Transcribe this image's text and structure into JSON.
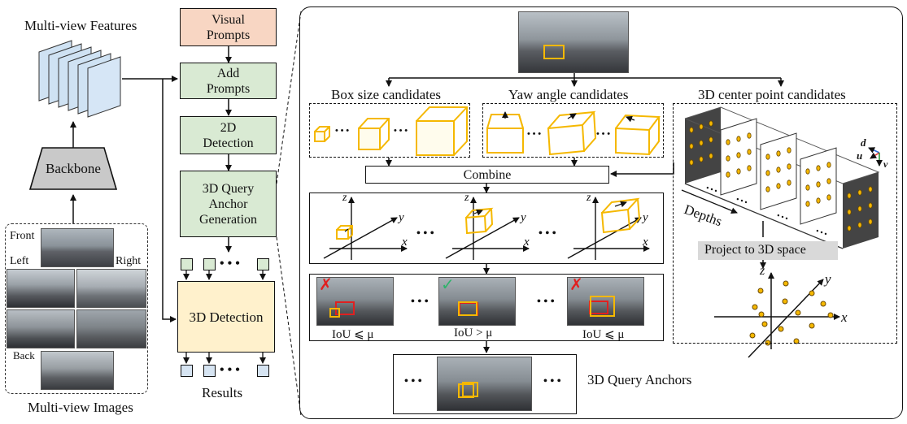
{
  "left": {
    "features_label": "Multi-view Features",
    "backbone_label": "Backbone",
    "images_label": "Multi-view Images",
    "cams": {
      "front": "Front",
      "left": "Left",
      "right": "Right",
      "back": "Back"
    }
  },
  "pipeline": {
    "visual_prompts": [
      "Visual",
      "Prompts"
    ],
    "add_prompts": [
      "Add",
      "Prompts"
    ],
    "detection_2d": [
      "2D",
      "Detection"
    ],
    "anchor_gen": [
      "3D Query",
      "Anchor",
      "Generation"
    ],
    "detection_3d": "3D Detection",
    "results": "Results",
    "dots": "• • •"
  },
  "detail": {
    "box_size": "Box size candidates",
    "yaw_angle": "Yaw angle candidates",
    "center_point": "3D center point candidates",
    "combine": "Combine",
    "depths": "Depths",
    "project": "Project to 3D space",
    "iou_low": "IoU ⩽ μ",
    "iou_high": "IoU > μ",
    "query_anchors": "3D Query Anchors",
    "ellipsis": "• • •",
    "axis_x": "x",
    "axis_y": "y",
    "axis_z": "z",
    "axis_d": "d",
    "axis_u": "u",
    "axis_v": "v",
    "cross": "✗",
    "check": "✓"
  },
  "colors": {
    "box_yellow": "#f5b800",
    "green_fill": "#d9ead3",
    "peach_fill": "#f8d6c3",
    "yellow_fill": "#fff1cc",
    "blue_fill": "#cfe2f3",
    "red": "#e02020",
    "check_green": "#2fb36b"
  }
}
